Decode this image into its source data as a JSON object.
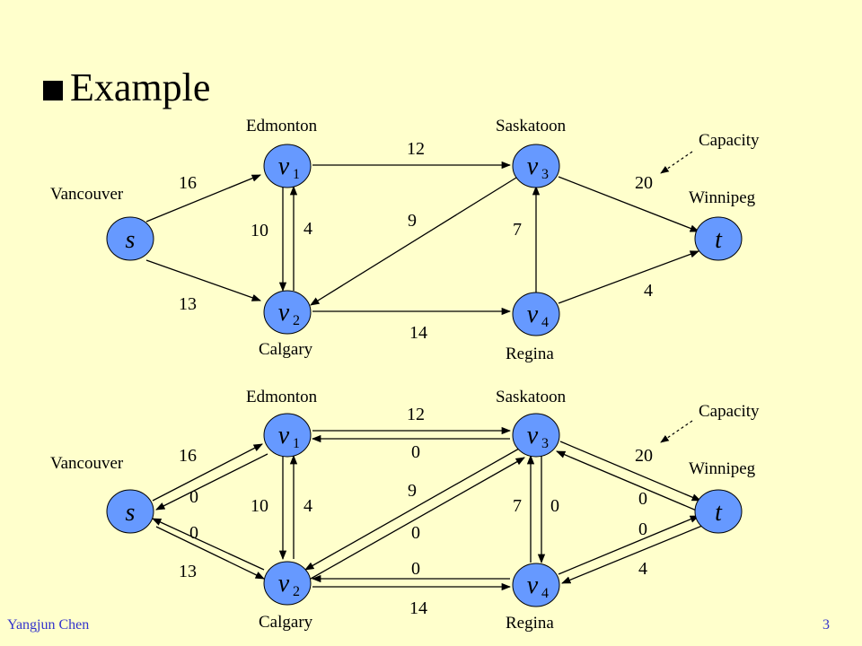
{
  "slide": {
    "title": "Example",
    "author": "Yangjun Chen",
    "page_number": "3"
  },
  "colors": {
    "background": "#FFFFCC",
    "node_fill": "#6699FF",
    "edge": "#000000",
    "footer_text": "#3333CC"
  },
  "diagram1": {
    "nodes": [
      {
        "id": "s",
        "label": "s",
        "sub": ""
      },
      {
        "id": "v1",
        "label": "v",
        "sub": "1"
      },
      {
        "id": "v2",
        "label": "v",
        "sub": "2"
      },
      {
        "id": "v3",
        "label": "v",
        "sub": "3"
      },
      {
        "id": "v4",
        "label": "v",
        "sub": "4"
      },
      {
        "id": "t",
        "label": "t",
        "sub": ""
      }
    ],
    "city_labels": [
      "Vancouver",
      "Edmonton",
      "Calgary",
      "Saskatoon",
      "Regina",
      "Winnipeg"
    ],
    "capacity_label": "Capacity",
    "edges": [
      {
        "from": "s",
        "to": "v1",
        "label": "16"
      },
      {
        "from": "s",
        "to": "v2",
        "label": "13"
      },
      {
        "from": "v1",
        "to": "v3",
        "label": "12"
      },
      {
        "from": "v1",
        "to": "v2",
        "label": "10"
      },
      {
        "from": "v2",
        "to": "v1",
        "label": "4"
      },
      {
        "from": "v3",
        "to": "v2",
        "label": "9"
      },
      {
        "from": "v2",
        "to": "v4",
        "label": "14"
      },
      {
        "from": "v4",
        "to": "v3",
        "label": "7"
      },
      {
        "from": "v3",
        "to": "t",
        "label": "20"
      },
      {
        "from": "v4",
        "to": "t",
        "label": "4"
      }
    ]
  },
  "diagram2": {
    "city_labels": [
      "Vancouver",
      "Edmonton",
      "Calgary",
      "Saskatoon",
      "Regina",
      "Winnipeg"
    ],
    "capacity_label": "Capacity",
    "edge_labels": [
      "16",
      "0",
      "0",
      "13",
      "12",
      "0",
      "10",
      "4",
      "9",
      "0",
      "14",
      "0",
      "7",
      "0",
      "20",
      "0",
      "0",
      "4"
    ]
  }
}
